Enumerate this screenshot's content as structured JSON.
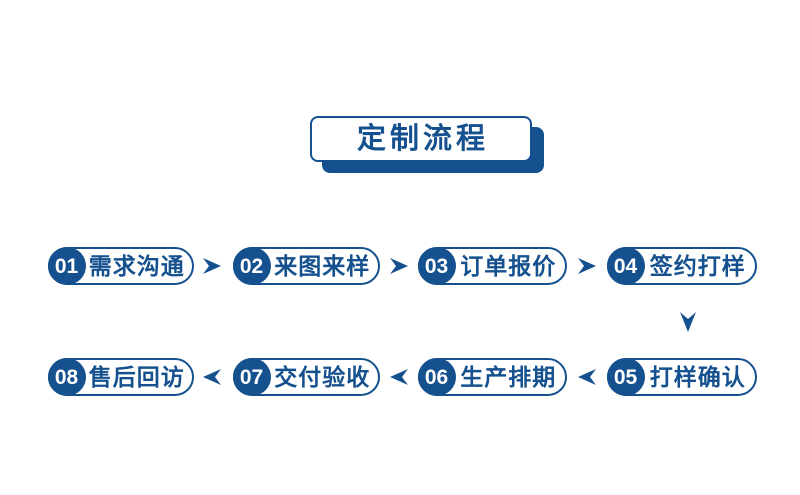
{
  "colors": {
    "primary": "#15518E",
    "background": "#FFFFFF",
    "pill_fill": "#FFFFFF",
    "number_text": "#FFFFFF"
  },
  "title": {
    "text": "定制流程"
  },
  "flow": {
    "rows": [
      {
        "direction": "right",
        "steps": [
          {
            "num": "01",
            "label": "需求沟通"
          },
          {
            "num": "02",
            "label": "来图来样"
          },
          {
            "num": "03",
            "label": "订单报价"
          },
          {
            "num": "04",
            "label": "签约打样"
          }
        ]
      },
      {
        "direction": "left",
        "steps": [
          {
            "num": "08",
            "label": "售后回访"
          },
          {
            "num": "07",
            "label": "交付验收"
          },
          {
            "num": "06",
            "label": "生产排期"
          },
          {
            "num": "05",
            "label": "打样确认"
          }
        ]
      }
    ]
  },
  "icons": {
    "right_arrow": "right-arrow-icon",
    "left_arrow": "left-arrow-icon",
    "down_arrow": "down-arrow-icon"
  }
}
